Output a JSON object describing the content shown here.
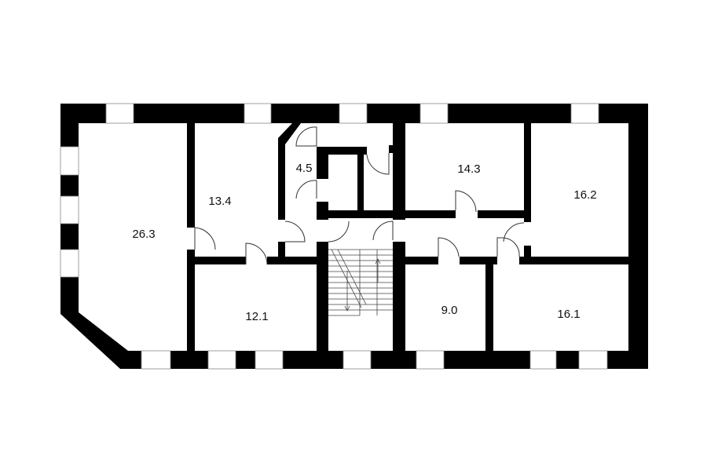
{
  "plan": {
    "wall_color": "#000000",
    "background": "#ffffff",
    "rooms": [
      {
        "id": "room-a",
        "area": "26.3"
      },
      {
        "id": "room-b",
        "area": "13.4"
      },
      {
        "id": "room-c",
        "area": "4.5"
      },
      {
        "id": "room-d",
        "area": "14.3"
      },
      {
        "id": "room-e",
        "area": "16.2"
      },
      {
        "id": "room-f",
        "area": "12.1"
      },
      {
        "id": "room-g",
        "area": "9.0"
      },
      {
        "id": "room-h",
        "area": "16.1"
      }
    ]
  }
}
